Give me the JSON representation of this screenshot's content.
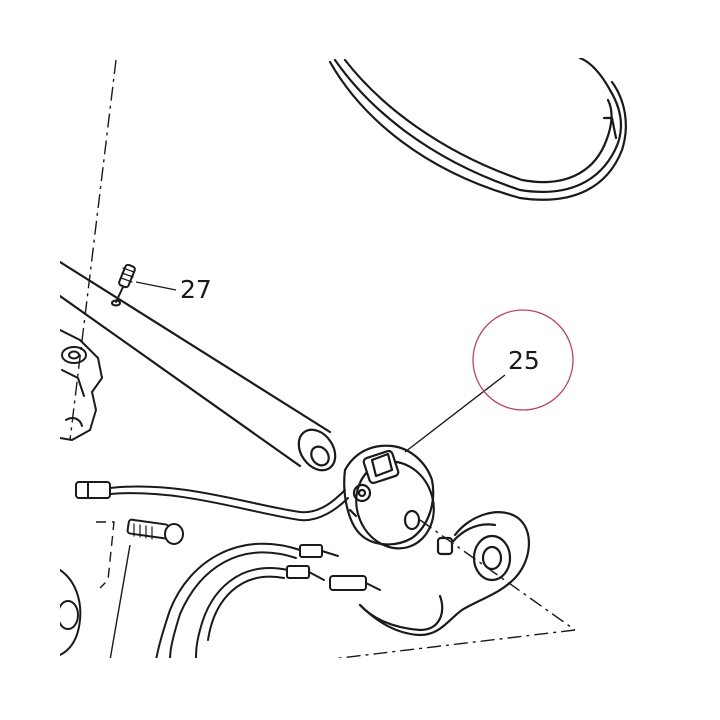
{
  "diagram": {
    "callouts": [
      {
        "id": "27",
        "label": "27"
      },
      {
        "id": "25",
        "label": "25"
      }
    ],
    "highlight_color": "#b5485d",
    "ink_color": "#1a1a1a"
  }
}
